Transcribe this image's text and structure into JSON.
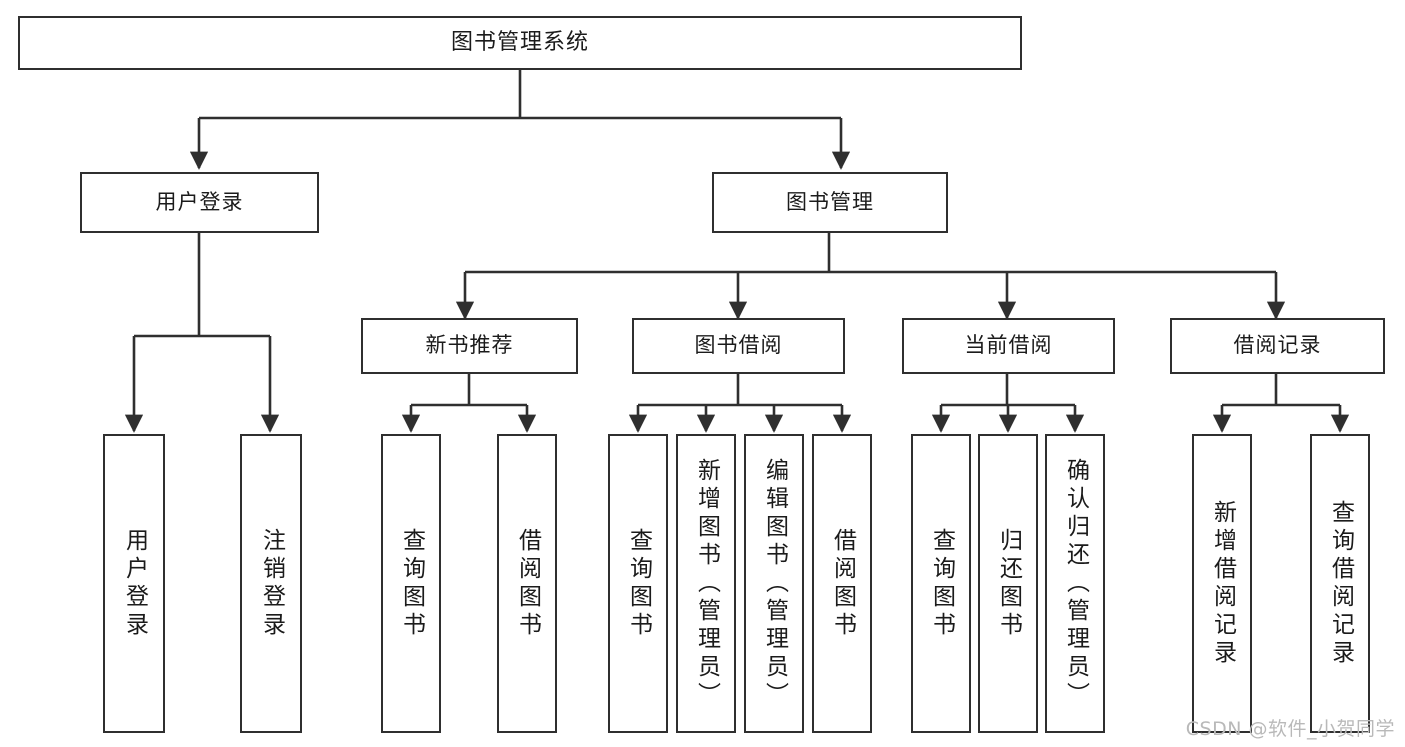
{
  "diagram": {
    "title": "图书管理系统",
    "type": "function-structure-tree",
    "watermark": "CSDN @软件_小贺同学",
    "colors": {
      "border": "#2f2f2f",
      "fill": "#ffffff",
      "text": "#1b1b1b",
      "edge": "#2f2f2f",
      "watermark": "#b9b9b9"
    },
    "nodes": {
      "root": {
        "label": "图书管理系统"
      },
      "level2": [
        {
          "id": "user-login",
          "label": "用户登录"
        },
        {
          "id": "book-manage",
          "label": "图书管理"
        }
      ],
      "level3": [
        {
          "id": "new-book-recommend",
          "label": "新书推荐"
        },
        {
          "id": "book-borrow",
          "label": "图书借阅"
        },
        {
          "id": "current-borrow",
          "label": "当前借阅"
        },
        {
          "id": "borrow-record",
          "label": "借阅记录"
        }
      ],
      "leaves": {
        "user-login": [
          {
            "id": "leaf-user-login",
            "label": "用户登录"
          },
          {
            "id": "leaf-logout",
            "label": "注销登录"
          }
        ],
        "new-book-recommend": [
          {
            "id": "leaf-query-book-1",
            "label": "查询图书"
          },
          {
            "id": "leaf-borrow-book-1",
            "label": "借阅图书"
          }
        ],
        "book-borrow": [
          {
            "id": "leaf-query-book-2",
            "label": "查询图书"
          },
          {
            "id": "leaf-add-book",
            "label": "新增图书（管理员）"
          },
          {
            "id": "leaf-edit-book",
            "label": "编辑图书（管理员）"
          },
          {
            "id": "leaf-borrow-book-2",
            "label": "借阅图书"
          }
        ],
        "current-borrow": [
          {
            "id": "leaf-query-book-3",
            "label": "查询图书"
          },
          {
            "id": "leaf-return-book",
            "label": "归还图书"
          },
          {
            "id": "leaf-confirm-return",
            "label": "确认归还（管理员）"
          }
        ],
        "borrow-record": [
          {
            "id": "leaf-add-record",
            "label": "新增借阅记录"
          },
          {
            "id": "leaf-query-record",
            "label": "查询借阅记录"
          }
        ]
      }
    }
  }
}
